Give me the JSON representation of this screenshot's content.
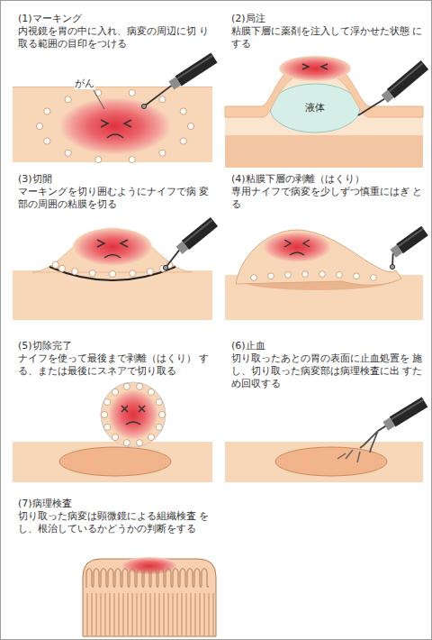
{
  "diagram": {
    "nodes": [
      {
        "text": [
          "(1)マーキング",
          "内視鏡を胃の中に入れ、病変の周辺に切 り取る範囲の目印をつける"
        ]
      },
      {
        "text": [
          "(2)局注",
          "粘膜下層に薬剤を注入して浮かせた状態 にする"
        ]
      },
      {
        "text": [
          "(3)切開",
          "マーキングを切り囲むようにナイフで病 変部の周囲の粘膜を切る"
        ]
      },
      {
        "text": [
          "(4)粘膜下層の剥離（はくり）",
          "専用ナイフで病変を少しずつ慎重にはぎ とる"
        ]
      },
      {
        "text": [
          "(5)切除完了",
          "ナイフを使って最後まで剥離（はくり） する、または最後にスネアで切り取る"
        ]
      },
      {
        "text": [
          "(6)止血",
          "切り取ったあとの胃の表面に止血処置を 施し、切り取った病変部は病理検査に出 すため回収する"
        ]
      },
      {
        "text": [
          "(7)病理検査",
          "切り取った病変は顕微鏡による組織検査 をし、根治しているかどうかの判断をする"
        ]
      }
    ],
    "labels": [
      "がん",
      "液体"
    ]
  }
}
